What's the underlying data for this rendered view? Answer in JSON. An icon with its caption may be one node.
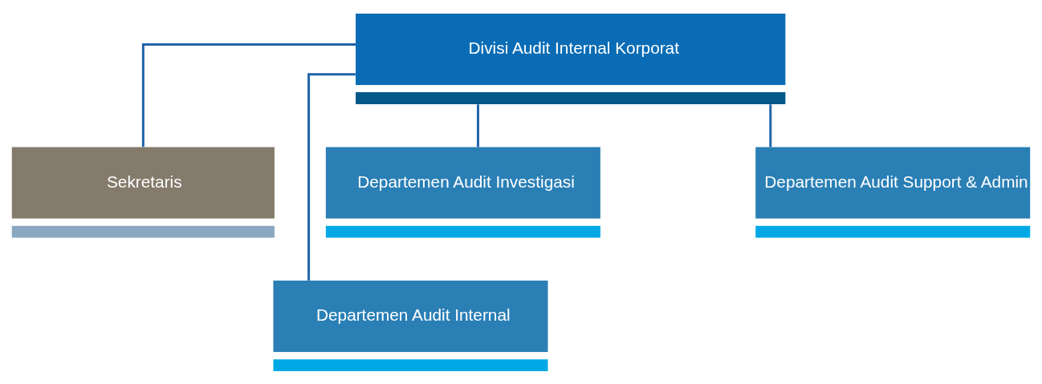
{
  "diagram": {
    "nodes": [
      {
        "text": [
          "Divisi Audit Internal Korporat"
        ]
      },
      {
        "text": [
          "Sekretaris"
        ]
      },
      {
        "text": [
          "Departemen Audit Investigasi"
        ]
      },
      {
        "text": [
          "Departemen Audit Internal"
        ]
      },
      {
        "text": [
          "Departemen Audit Support & Admin"
        ]
      }
    ],
    "edges": [
      {
        "from": 0,
        "to": 1,
        "arrow": "none"
      },
      {
        "from": 0,
        "to": 2,
        "arrow": "none"
      },
      {
        "from": 0,
        "to": 3,
        "arrow": "none"
      },
      {
        "from": 0,
        "to": 4,
        "arrow": "none"
      }
    ]
  }
}
